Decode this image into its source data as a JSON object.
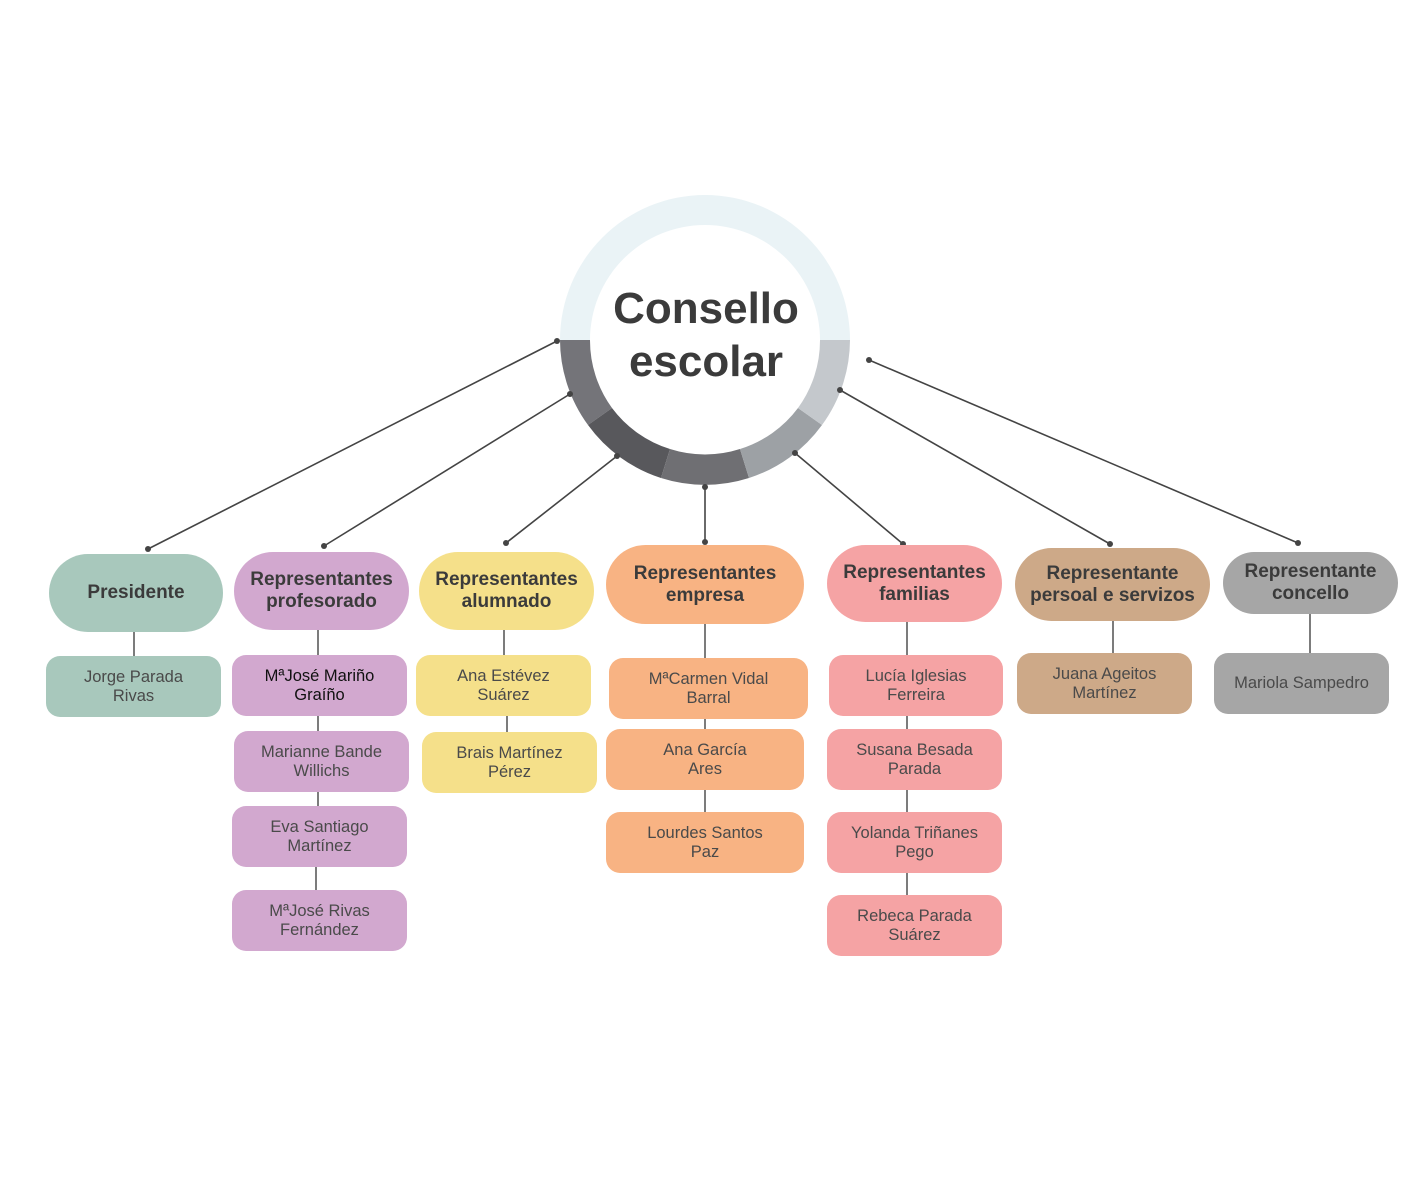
{
  "title_line1": "Consello",
  "title_line2": "escolar",
  "colors": {
    "ring_light": "#eaf3f6",
    "ring_segments": [
      "#747479",
      "#58585c",
      "#6f6f73",
      "#9da1a5",
      "#c4c8cc"
    ],
    "connector": "#444444"
  },
  "groups": [
    {
      "heading": "Presidente",
      "color": "#a8c8bc",
      "members": [
        "Jorge Parada\nRivas"
      ]
    },
    {
      "heading": "Representantes\nprofesorado",
      "color": "#d2a8cf",
      "members": [
        "MªJosé Mariño\nGraíño",
        "Marianne Bande\nWillichs",
        "Eva Santiago\nMartínez",
        "MªJosé Rivas\nFernández"
      ]
    },
    {
      "heading": "Representantes\nalumnado",
      "color": "#f5e08a",
      "members": [
        "Ana Estévez\nSuárez",
        "Brais Martínez\nPérez"
      ]
    },
    {
      "heading": "Representantes\nempresa",
      "color": "#f8b383",
      "members": [
        "MªCarmen Vidal\nBarral",
        "Ana García\nAres",
        "Lourdes Santos\nPaz"
      ]
    },
    {
      "heading": "Representantes\nfamilias",
      "color": "#f5a3a4",
      "members": [
        "Lucía Iglesias\nFerreira",
        "Susana Besada\nParada",
        "Yolanda Triñanes\nPego",
        "Rebeca Parada\nSuárez"
      ]
    },
    {
      "heading": "Representante\npersoal e servizos",
      "color": "#cda988",
      "members": [
        "Juana Ageitos\nMartínez"
      ]
    },
    {
      "heading": "Representante\nconcello",
      "color": "#a6a6a6",
      "members": [
        "Mariola Sampedro"
      ]
    }
  ]
}
